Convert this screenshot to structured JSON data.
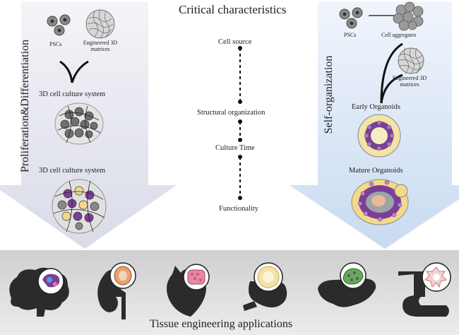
{
  "title": "Critical characteristics",
  "left": {
    "vertical_label": "Proliferation&Differentiation",
    "psc_label": "PSCs",
    "matrix_label": "Engineered 3D matrices",
    "stage1_label": "3D cell culture system",
    "stage2_label": "3D cell culture system"
  },
  "right": {
    "vertical_label": "Self-organization",
    "psc_label": "PSCs",
    "aggregates_label": "Cell aggregates",
    "matrix_label": "Engineered 3D matrices",
    "early_label": "Early Organoids",
    "mature_label": "Mature Organoids"
  },
  "center": {
    "steps": [
      "Cell source",
      "Structural organization",
      "Culture Time",
      "Functionality"
    ]
  },
  "bottom": {
    "label": "Tissue engineering applications",
    "organs": [
      "brain-icon",
      "kidney-icon",
      "heart-icon",
      "stomach-icon",
      "liver-icon",
      "intestine-icon"
    ]
  },
  "colors": {
    "left_arrow": "#e6e6f0",
    "right_arrow": "#dde7f5",
    "bottom_band": "#d9d9d9",
    "organ": "#2b2b2b",
    "purple": "#7b3f98",
    "yellow": "#f3d98a"
  }
}
